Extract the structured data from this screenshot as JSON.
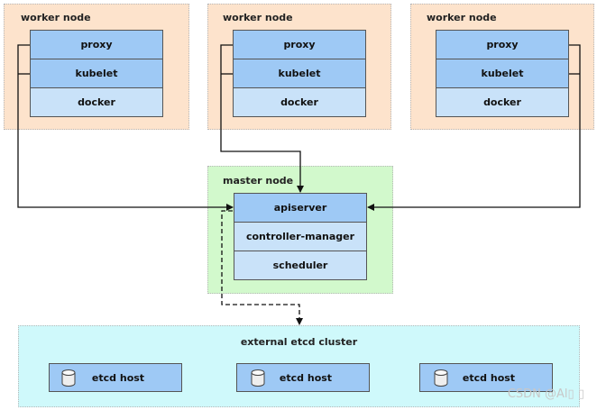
{
  "workers": [
    {
      "title": "worker node",
      "components": [
        "proxy",
        "kubelet",
        "docker"
      ]
    },
    {
      "title": "worker node",
      "components": [
        "proxy",
        "kubelet",
        "docker"
      ]
    },
    {
      "title": "worker node",
      "components": [
        "proxy",
        "kubelet",
        "docker"
      ]
    }
  ],
  "master": {
    "title": "master node",
    "components": [
      "apiserver",
      "controller-manager",
      "scheduler"
    ]
  },
  "etcd": {
    "title": "external etcd cluster",
    "hosts": [
      "etcd host",
      "etcd host",
      "etcd host"
    ]
  },
  "watermark": "CSDN @Al▯ ▯",
  "colors": {
    "worker_bg": "#fde3cc",
    "master_bg": "#d2f9cc",
    "etcd_bg": "#cff9fb",
    "component_blue": "#9ec9f5",
    "component_light": "#c9e2f9"
  }
}
